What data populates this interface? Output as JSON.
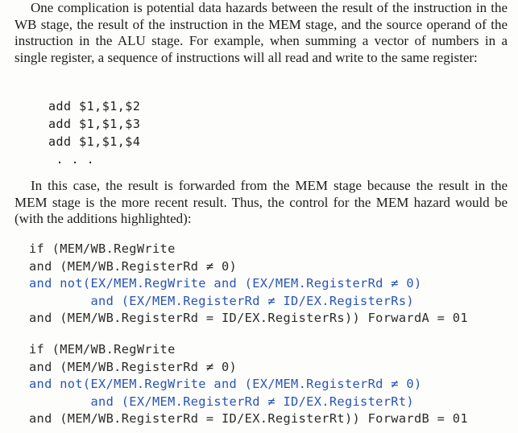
{
  "paragraphs": [
    "One complication is potential data hazards between the result of the instruction in the WB stage, the result of the instruction in the MEM stage, and the source operand of the instruction in the ALU stage. For example, when summing a vector of numbers in a single register, a sequence of instructions will all read and write to the same register:",
    "In this case, the result is forwarded from the MEM stage because the result in the MEM stage is the more recent result. Thus, the control for the MEM hazard would be (with the additions highlighted):"
  ],
  "assembly": [
    "add $1,$1,$2",
    "add $1,$1,$3",
    "add $1,$1,$4",
    " . . ."
  ],
  "forward_a": [
    "if (MEM/WB.RegWrite",
    "and (MEM/WB.RegisterRd ≠ 0)",
    "and not(EX/MEM.RegWrite and (EX/MEM.RegisterRd ≠ 0)",
    "        and (EX/MEM.RegisterRd ≠ ID/EX.RegisterRs)",
    "and (MEM/WB.RegisterRd = ID/EX.RegisterRs)) ForwardA = 01"
  ],
  "forward_b": [
    "if (MEM/WB.RegWrite",
    "and (MEM/WB.RegisterRd ≠ 0)",
    "and not(EX/MEM.RegWrite and (EX/MEM.RegisterRd ≠ 0)",
    "        and (EX/MEM.RegisterRd ≠ ID/EX.RegisterRt)",
    "and (MEM/WB.RegisterRd = ID/EX.RegisterRt)) ForwardB = 01"
  ],
  "colors": {
    "highlight": "#2855b5",
    "text": "#1d1d1d"
  }
}
